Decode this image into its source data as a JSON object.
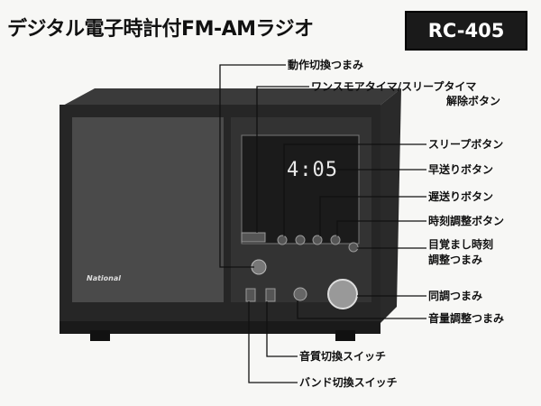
{
  "title": "デジタル電子時計付FM-AMラジオ",
  "model": "RC-405",
  "brand": "National",
  "display_time": "4:05",
  "labels": {
    "mode_knob": "動作切換つまみ",
    "oncemore_line1": "ワンスモアタイマ/スリープタイマ",
    "oncemore_line2": "解除ボタン",
    "sleep": "スリープボタン",
    "fast": "早送りボタン",
    "slow": "遅送りボタン",
    "time_set": "時刻調整ボタン",
    "alarm_line1": "目覚まし時刻",
    "alarm_line2": "調整つまみ",
    "tuning": "同調つまみ",
    "volume": "音量調整つまみ",
    "tone": "音質切換スイッチ",
    "band": "バンド切換スイッチ"
  }
}
